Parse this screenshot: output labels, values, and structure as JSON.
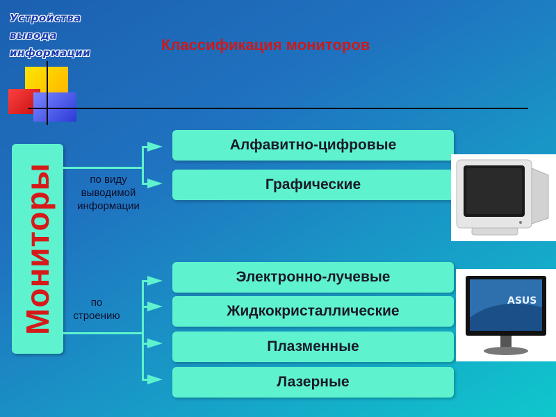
{
  "badge": {
    "lines": [
      "Устройства",
      "вывода",
      "информации"
    ]
  },
  "title": "Классификация мониторов",
  "main_label": "Мониторы",
  "groups": [
    {
      "label_lines": [
        "по виду",
        "выводимой",
        "информации"
      ],
      "items": [
        "Алфавитно-цифровые",
        "Графические"
      ]
    },
    {
      "label_lines": [
        "по",
        "строению"
      ],
      "items": [
        "Электронно-лучевые",
        "Жидкокристаллические",
        "Плазменные",
        "Лазерные"
      ]
    }
  ],
  "images": {
    "crt_monitor": "crt-monitor-photo",
    "lcd_monitor": "lcd-monitor-photo",
    "lcd_brand": "ASUS"
  },
  "colors": {
    "box_fill": "#5ef3ce",
    "accent_red": "#cc1a1a",
    "badge_blue": "#1b3fb0"
  }
}
